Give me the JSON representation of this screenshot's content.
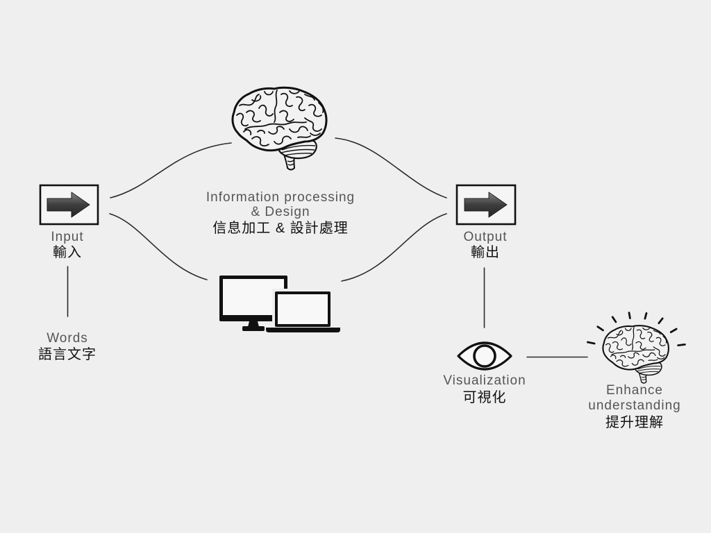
{
  "colors": {
    "background": "#efefef",
    "ink": "#111111",
    "connector": "#2a2a2a",
    "text_en": "#555555",
    "text_zh": "#111111"
  },
  "nodes": {
    "input": {
      "icon": "arrow-right-icon",
      "label_en": "Input",
      "label_zh": "輸入"
    },
    "words": {
      "label_en": "Words",
      "label_zh": "語言文字"
    },
    "processing": {
      "icons": [
        "brain-icon",
        "computer-icon"
      ],
      "label_en_line1": "Information processing",
      "label_en_line2": "& Design",
      "label_zh": "信息加工 & 設計處理"
    },
    "output": {
      "icon": "arrow-right-icon",
      "label_en": "Output",
      "label_zh": "輸出"
    },
    "visualization": {
      "icon": "eye-icon",
      "label_en": "Visualization",
      "label_zh": "可視化"
    },
    "enhance": {
      "icon": "glowing-brain-icon",
      "label_en_line1": "Enhance",
      "label_en_line2": "understanding",
      "label_zh": "提升理解"
    }
  }
}
